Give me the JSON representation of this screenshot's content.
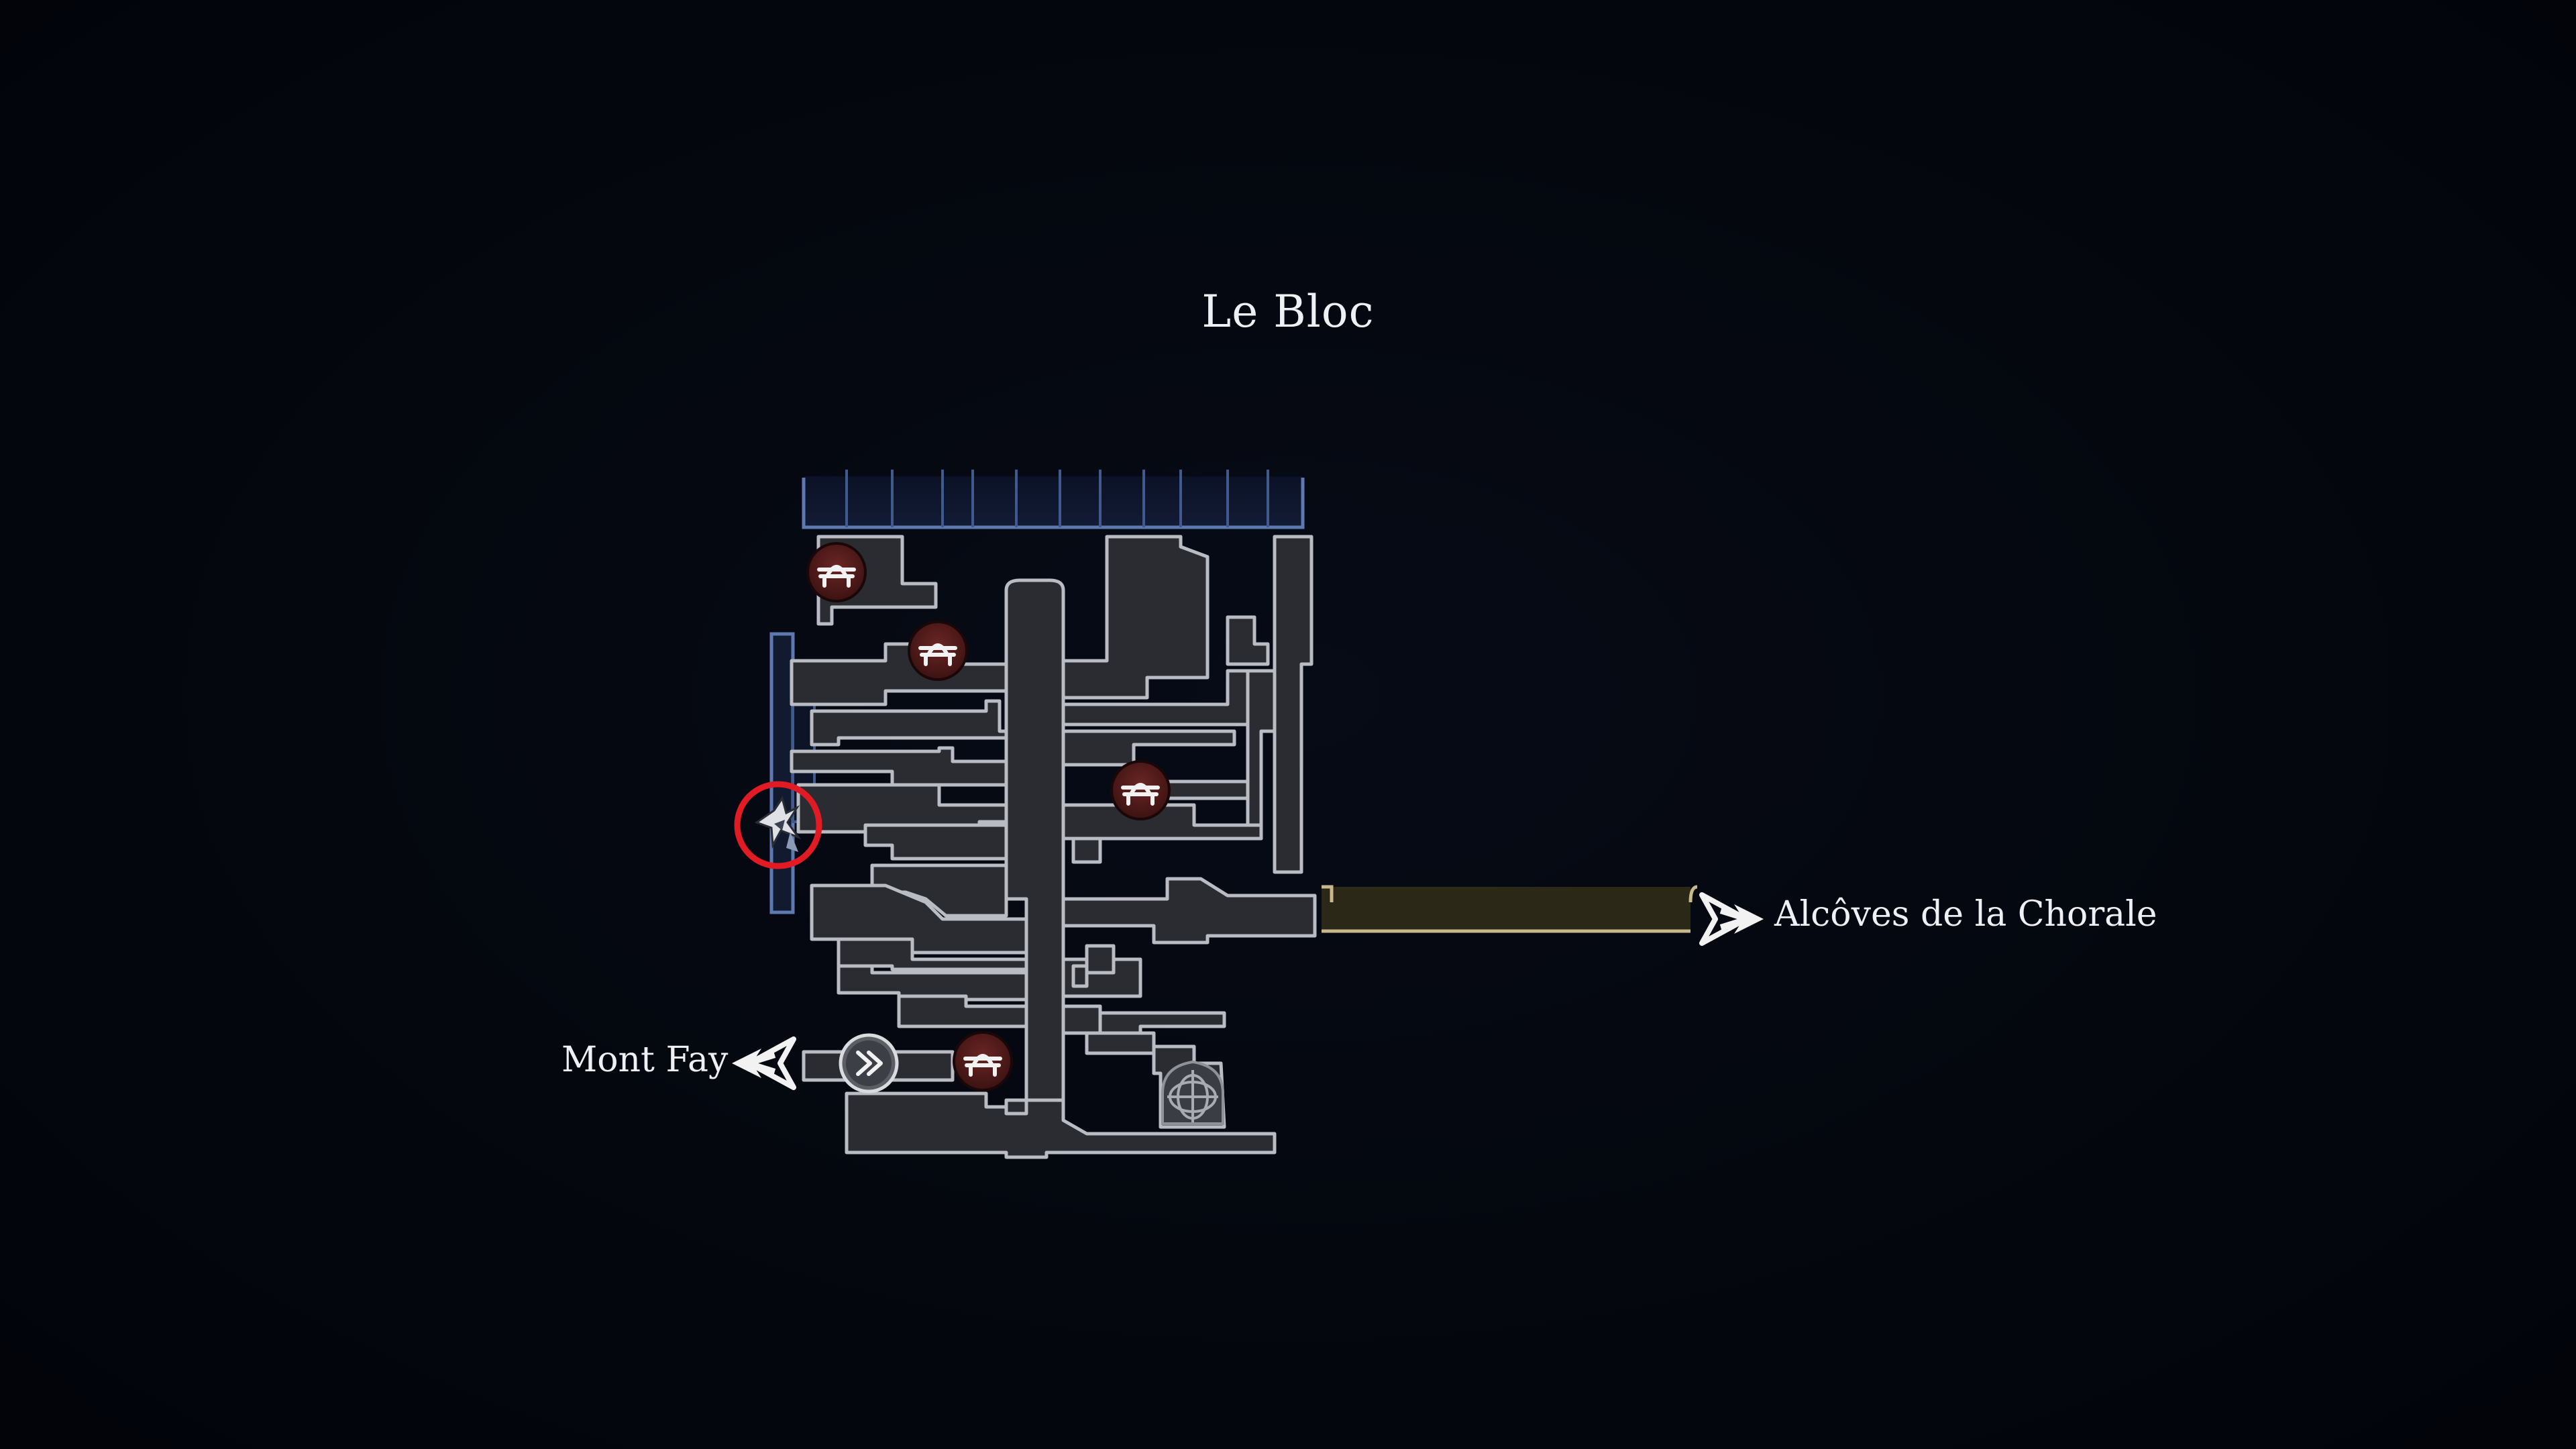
{
  "map": {
    "area_title": "Le Bloc",
    "exits": {
      "east": "Alcôves de la Chorale",
      "west": "Mont Fay"
    },
    "markers": {
      "bench": "bench-icon",
      "fast_travel": "fast-travel-icon",
      "player": "player-location-icon",
      "shrine": "shrine-icon",
      "exit_arrow": "exit-arrow-icon"
    },
    "colors": {
      "background": "#03060d",
      "room_fill": "#2a2c31",
      "room_stroke": "#b9bcc2",
      "corridor_east_fill": "#2b2818",
      "corridor_east_stroke": "#c8b98a",
      "upper_zone_stroke": "#5d79b0",
      "bench_marker": "#5a1e1c",
      "player_ring": "#e01b24"
    }
  }
}
